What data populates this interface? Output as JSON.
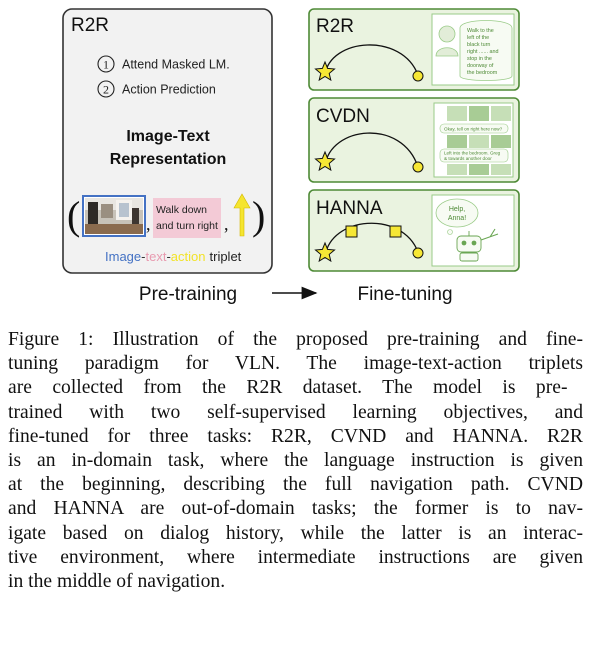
{
  "figure": {
    "pretrain_panel": {
      "title": "R2R",
      "objectives": [
        {
          "marker": "1",
          "text": "Attend Masked LM."
        },
        {
          "marker": "2",
          "text": "Action Prediction"
        }
      ],
      "representation_title_line1": "Image-Text",
      "representation_title_line2": "Representation",
      "triplet_text_line1": "Walk down",
      "triplet_text_line2": "and turn right",
      "triplet_label": {
        "image": "Image",
        "dash1": "-",
        "text": "text",
        "dash2": "-",
        "action": "action",
        "triplet": "triplet"
      }
    },
    "finetune_panels": [
      {
        "title": "R2R",
        "speech": [
          "Walk to the",
          "left of the",
          "black turn",
          "right ...... and",
          "stop in the",
          "doorway of",
          "the bedroom"
        ]
      },
      {
        "title": "CVDN",
        "dialog": [
          "Okay, tell on right here now?",
          "Left into the bedroom. Greg",
          "& towards another door"
        ]
      },
      {
        "title": "HANNA",
        "speech": [
          "Help,",
          "Anna!"
        ]
      }
    ],
    "stage_pretraining": "Pre-training",
    "stage_finetuning": "Fine-tuning",
    "colors": {
      "panel_green": "#eaf3e0",
      "panel_green_border": "#4e8a36",
      "panel_gray": "#f2f2f2",
      "image_blue": "#4472c4",
      "text_pink": "#e89bb0",
      "action_yellow": "#f2e32a"
    }
  },
  "caption": [
    "Figure 1: Illustration of the proposed pre-training and fine-",
    "tuning paradigm for VLN. The image-text-action triplets",
    "are collected from the R2R dataset.  The model is pre-",
    "trained with two self-supervised learning objectives, and",
    "fine-tuned for three tasks: R2R, CVND and HANNA. R2R",
    "is an in-domain task, where the language instruction is given",
    "at the beginning, describing the full navigation path. CVND",
    "and HANNA are out-of-domain tasks; the former is to nav-",
    "igate based on dialog history, while the latter is an interac-",
    "tive environment, where intermediate instructions are given",
    "in the middle of navigation."
  ]
}
